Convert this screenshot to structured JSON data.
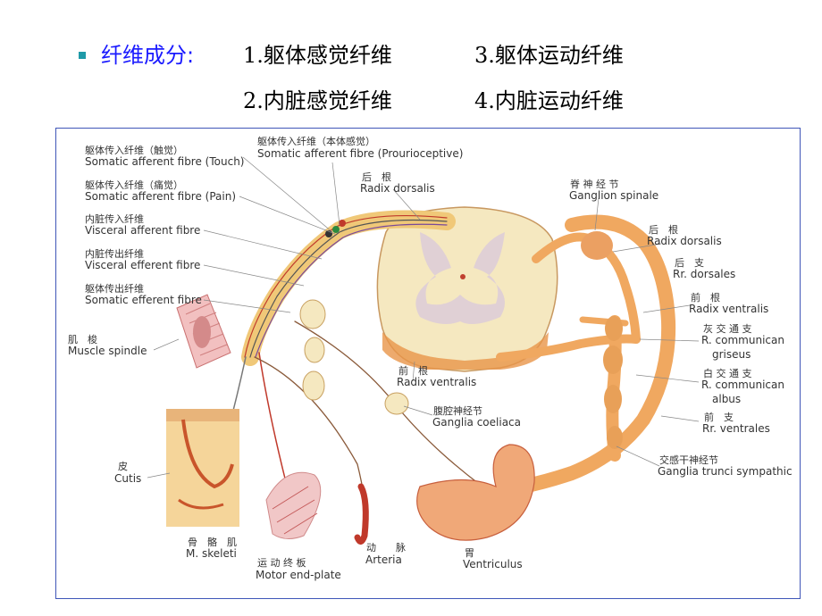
{
  "header": {
    "title_label": "纤维成分:",
    "items": [
      "1.躯体感觉纤维",
      "3.躯体运动纤维",
      "2.内脏感觉纤维",
      "4.内脏运动纤维"
    ]
  },
  "colors": {
    "title": "#1a1aff",
    "bullet": "#1f9aa8",
    "frame": "#3f56b8",
    "nerve": "#f0a860",
    "cord": "#f5e8c0"
  },
  "diagram": {
    "labels": {
      "touch_zh": "躯体传入纤维（触觉）",
      "touch_en": "Somatic afferent fibre (Touch)",
      "proprio_zh": "躯体传入纤维（本体感觉）",
      "proprio_en": "Somatic afferent fibre (Prourioceptive)",
      "pain_zh": "躯体传入纤维（痛觉）",
      "pain_en": "Somatic afferent fibre (Pain)",
      "radix_dorsalis_top_zh": "后　根",
      "radix_dorsalis_top_en": "Radix dorsalis",
      "ganglion_zh": "脊 神 经 节",
      "ganglion_en": "Ganglion spinale",
      "visc_aff_zh": "内脏传入纤维",
      "visc_aff_en": "Visceral afferent fibre",
      "visc_eff_zh": "内脏传出纤维",
      "visc_eff_en": "Visceral efferent fibre",
      "som_eff_zh": "躯体传出纤维",
      "som_eff_en": "Somatic efferent fibre",
      "radix_dorsalis_right_zh": "后　根",
      "radix_dorsalis_right_en": "Radix dorsalis",
      "rr_dorsales_zh": "后　支",
      "rr_dorsales_en": "Rr. dorsales",
      "radix_ventralis_right_zh": "前　根",
      "radix_ventralis_right_en": "Radix ventralis",
      "r_griseus_zh": "灰 交 通 支",
      "r_griseus_en1": "R. communican",
      "r_griseus_en2": "griseus",
      "r_albus_zh": "白 交 通 支",
      "r_albus_en1": "R. communican",
      "r_albus_en2": "albus",
      "rr_ventrales_zh": "前　支",
      "rr_ventrales_en": "Rr. ventrales",
      "muscle_spindle_zh": "肌　梭",
      "muscle_spindle_en": "Muscle spindle",
      "radix_ventralis_mid_zh": "前　根",
      "radix_ventralis_mid_en": "Radix ventralis",
      "coeliaca_zh": "腹腔神经节",
      "coeliaca_en": "Ganglia coeliaca",
      "cutis_zh": "皮",
      "cutis_en": "Cutis",
      "sympathic_zh": "交感干神经节",
      "sympathic_en": "Ganglia trunci sympathic",
      "skeleti_zh": "骨　骼　肌",
      "skeleti_en": "M. skeleti",
      "arteria_zh": "动　　脉",
      "arteria_en": "Arteria",
      "ventriculus_zh": "胃",
      "ventriculus_en": "Ventriculus",
      "motor_zh": "运 动 终 板",
      "motor_en": "Motor end-plate"
    }
  }
}
